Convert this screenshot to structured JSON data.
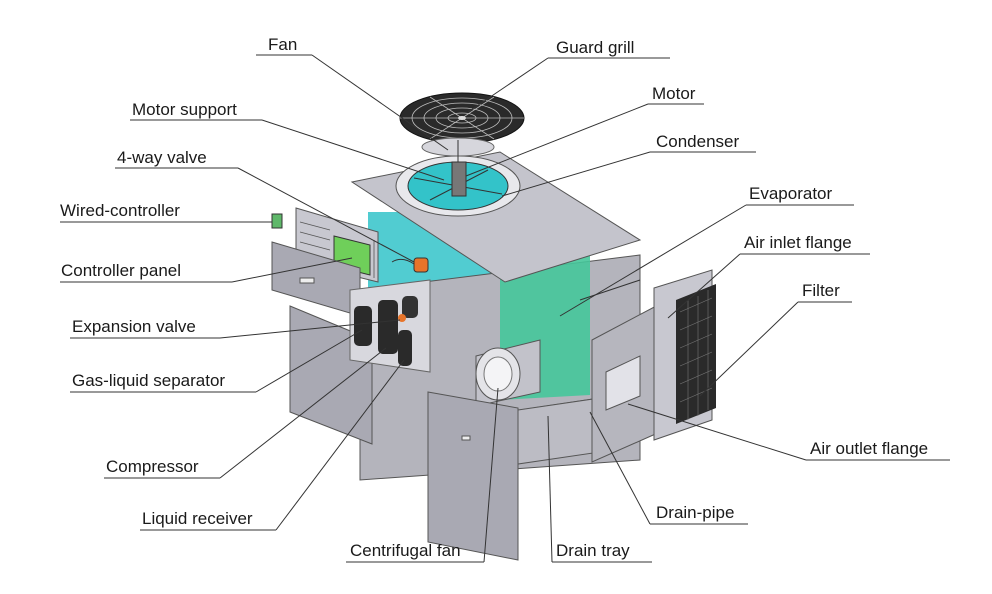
{
  "labels": {
    "fan": "Fan",
    "guard_grill": "Guard grill",
    "motor_support": "Motor support",
    "motor": "Motor",
    "four_way_valve": "4-way valve",
    "condenser": "Condenser",
    "wired_controller": "Wired-controller",
    "evaporator": "Evaporator",
    "air_inlet_flange": "Air inlet flange",
    "controller_panel": "Controller panel",
    "filter": "Filter",
    "expansion_valve": "Expansion valve",
    "gas_liquid_separator": "Gas-liquid separator",
    "air_outlet_flange": "Air outlet flange",
    "compressor": "Compressor",
    "drain_pipe": "Drain-pipe",
    "liquid_receiver": "Liquid receiver",
    "centrifugal_fan": "Centrifugal fan",
    "drain_tray": "Drain tray"
  },
  "colors": {
    "panel": "#a9a9b3",
    "panel_light": "#c4c4cc",
    "panel_dark": "#8c8c96",
    "teal": "#33c3c9",
    "evaporator": "#45c79a",
    "compressor": "#2a2a2a",
    "valve_orange": "#e8742a",
    "screen": "#6fcf5a"
  }
}
